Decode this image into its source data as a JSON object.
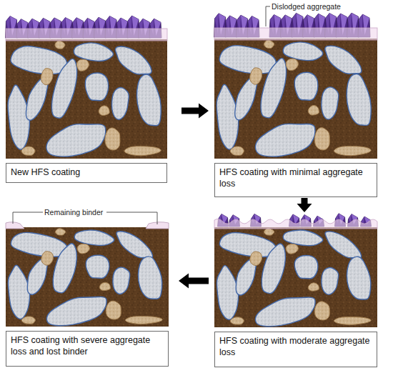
{
  "diagram": {
    "nodes": [
      {
        "text": [
          "New HFS coating"
        ]
      },
      {
        "text": [
          "HFS coating with minimal aggregate loss"
        ]
      },
      {
        "text": [
          "HFS coating with severe aggregate loss and lost binder"
        ]
      },
      {
        "text": [
          "HFS coating with moderate aggregate loss"
        ]
      }
    ],
    "edges": [
      {
        "from": 0,
        "to": 1,
        "arrow": "to"
      },
      {
        "from": 1,
        "to": 3,
        "arrow": "to"
      },
      {
        "from": 3,
        "to": 2,
        "arrow": "to"
      }
    ],
    "labels": [
      "Dislodged aggregate",
      "Remaining binder"
    ]
  }
}
